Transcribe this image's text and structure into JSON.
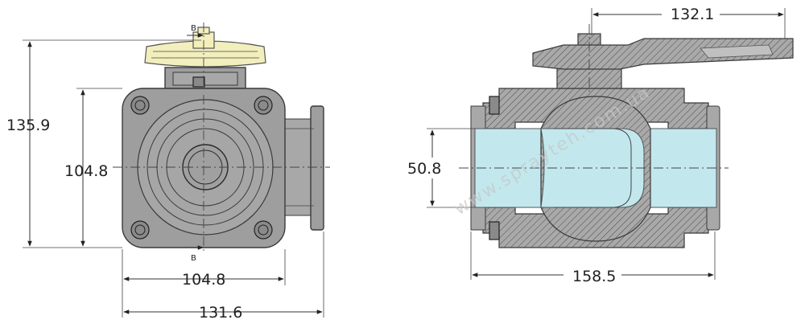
{
  "dimensions": {
    "front_total_height": "135.9",
    "front_body_height": "104.8",
    "front_body_width": "104.8",
    "front_total_width": "131.6",
    "side_handle_length": "132.1",
    "side_bore": "50.8",
    "side_total_length": "158.5"
  },
  "section_labels": {
    "top": "B",
    "bottom": "B"
  },
  "watermark": "www.sprayteh.com.ua",
  "colors": {
    "body": "#9e9e9e",
    "handle": "#f3efbd",
    "flow_channel": "#c2e8ee"
  }
}
